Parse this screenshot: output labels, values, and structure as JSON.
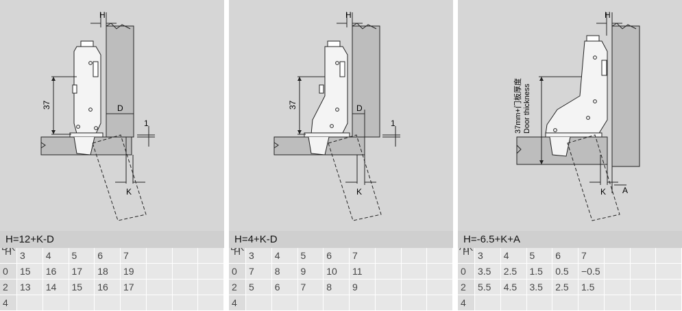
{
  "panels": [
    {
      "formula": "H=12+K-D",
      "corner": {
        "top": "D",
        "mid": "H",
        "right": "K"
      },
      "labels": {
        "h": "H",
        "d": "D",
        "k": "K",
        "dim37": "37",
        "dim1": "1"
      },
      "k_values": [
        "3",
        "4",
        "5",
        "6",
        "7",
        "",
        "",
        ""
      ],
      "rows": [
        {
          "head": "0",
          "values": [
            "15",
            "16",
            "17",
            "18",
            "19",
            "",
            "",
            ""
          ]
        },
        {
          "head": "2",
          "values": [
            "13",
            "14",
            "15",
            "16",
            "17",
            "",
            "",
            ""
          ]
        },
        {
          "head": "4",
          "values": [
            "",
            "",
            "",
            "",
            "",
            "",
            "",
            ""
          ]
        }
      ]
    },
    {
      "formula": "H=4+K-D",
      "corner": {
        "top": "D",
        "mid": "H",
        "right": "K"
      },
      "labels": {
        "h": "H",
        "d": "D",
        "k": "K",
        "dim37": "37",
        "dim1": "1"
      },
      "k_values": [
        "3",
        "4",
        "5",
        "6",
        "7",
        "",
        "",
        ""
      ],
      "rows": [
        {
          "head": "0",
          "values": [
            "7",
            "8",
            "9",
            "10",
            "11",
            "",
            "",
            ""
          ]
        },
        {
          "head": "2",
          "values": [
            "5",
            "6",
            "7",
            "8",
            "9",
            "",
            "",
            ""
          ]
        },
        {
          "head": "4",
          "values": [
            "",
            "",
            "",
            "",
            "",
            "",
            "",
            ""
          ]
        }
      ]
    },
    {
      "formula": "H=-6.5+K+A",
      "corner": {
        "top": "A",
        "mid": "H",
        "right": "K"
      },
      "labels": {
        "h": "H",
        "a": "A",
        "k": "K",
        "thickness_cn": "37mm+门板厚度",
        "thickness_en": "Door thickness"
      },
      "k_values": [
        "3",
        "4",
        "5",
        "6",
        "7",
        "",
        "",
        ""
      ],
      "rows": [
        {
          "head": "0",
          "values": [
            "3.5",
            "2.5",
            "1.5",
            "0.5",
            "−0.5",
            "",
            "",
            ""
          ]
        },
        {
          "head": "2",
          "values": [
            "5.5",
            "4.5",
            "3.5",
            "2.5",
            "1.5",
            "",
            "",
            ""
          ]
        },
        {
          "head": "4",
          "values": [
            "",
            "",
            "",
            "",
            "",
            "",
            "",
            ""
          ]
        }
      ]
    }
  ]
}
